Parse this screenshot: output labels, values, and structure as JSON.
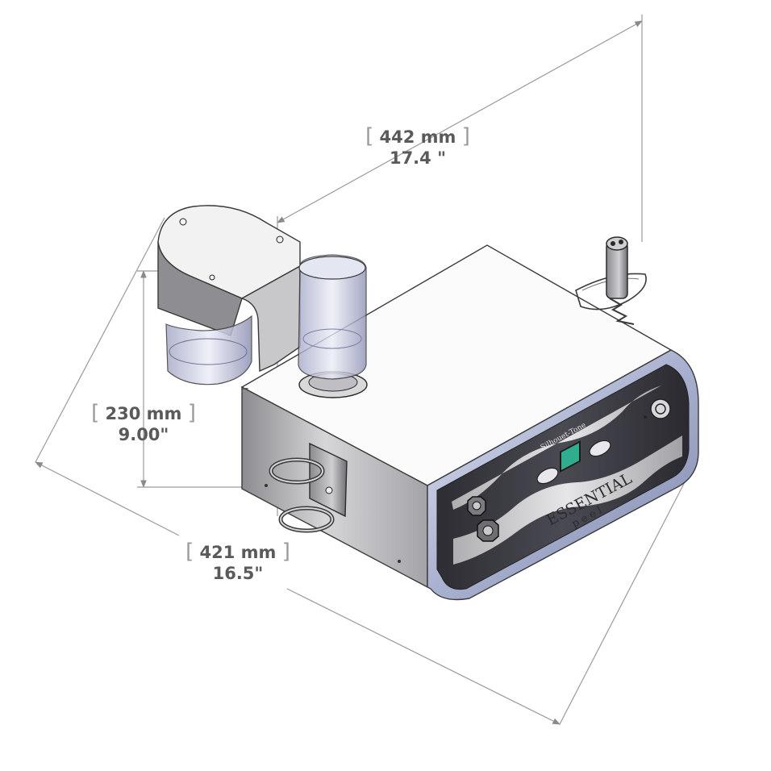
{
  "dimensions": {
    "width": {
      "metric": "442 mm",
      "imperial": "17.4 \""
    },
    "height": {
      "metric": "230 mm",
      "imperial": "9.00\""
    },
    "depth": {
      "metric": "421 mm",
      "imperial": "16.5\""
    }
  },
  "device": {
    "brand_small": "Silhouet-Tone",
    "brand_main": "ESSENTIAL",
    "brand_sub": "peel"
  },
  "colors": {
    "dimension_line": "#9a9a9a",
    "dimension_text": "#5a5a5a",
    "panel_dark": "#3a3a40",
    "trim_blue": "#b7bfdc",
    "display_green": "#2fae8e",
    "steel": "#c9c9cc"
  },
  "icons": {
    "power_button": "power-icon",
    "connector": "hex-fitting-icon"
  }
}
